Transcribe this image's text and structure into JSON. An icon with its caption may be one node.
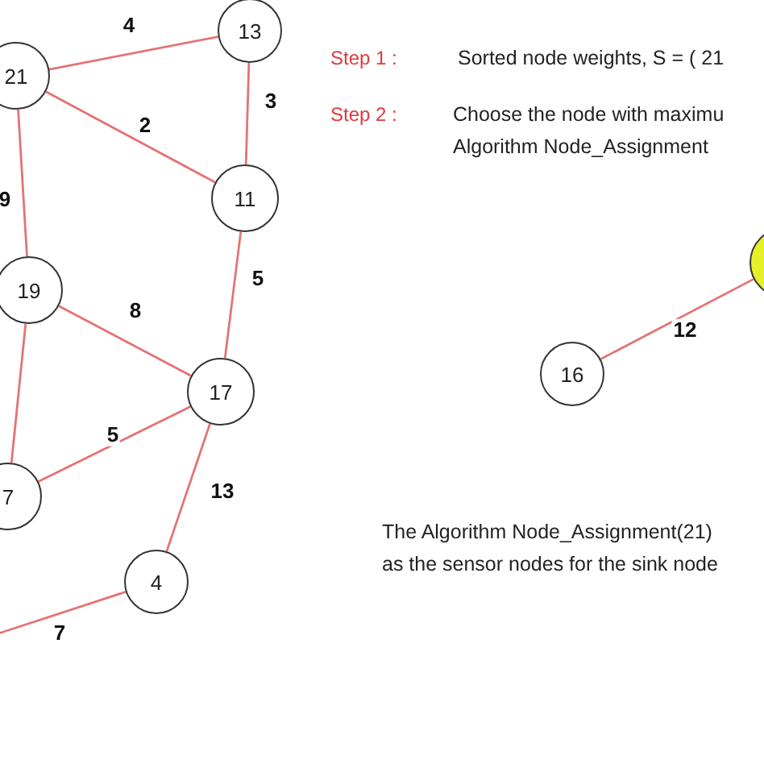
{
  "diagram": {
    "nodes": [
      {
        "text": [
          "13"
        ]
      },
      {
        "text": [
          "21"
        ]
      },
      {
        "text": [
          "11"
        ]
      },
      {
        "text": [
          "19"
        ]
      },
      {
        "text": [
          "17"
        ]
      },
      {
        "text": [
          "7"
        ]
      },
      {
        "text": [
          "4"
        ]
      },
      {
        "text": [
          "16"
        ]
      },
      {
        "text": [],
        "shape": "circle"
      }
    ],
    "edges": [
      {
        "from": 1,
        "to": 0,
        "arrow": "none",
        "label": "4"
      },
      {
        "from": 0,
        "to": 2,
        "arrow": "none",
        "label": "3"
      },
      {
        "from": 1,
        "to": 2,
        "arrow": "none",
        "label": "2"
      },
      {
        "from": 1,
        "to": 3,
        "arrow": "none",
        "label": "9"
      },
      {
        "from": 2,
        "to": 4,
        "arrow": "none",
        "label": "5"
      },
      {
        "from": 3,
        "to": 4,
        "arrow": "none",
        "label": "8"
      },
      {
        "from": 3,
        "to": 5,
        "arrow": "none"
      },
      {
        "from": 4,
        "to": 5,
        "arrow": "none",
        "label": "5"
      },
      {
        "from": 4,
        "to": 6,
        "arrow": "none",
        "label": "13"
      },
      {
        "from": null,
        "to": 6,
        "arrow": "none",
        "label": "7"
      },
      {
        "from": 7,
        "to": 8,
        "arrow": "none",
        "label": "12"
      }
    ],
    "labels": [
      "Step 1 :",
      "Sorted node weights, S = ( 21",
      "Step 2 :",
      "Choose the node with maximu",
      "Algorithm Node_Assignment",
      "The Algorithm Node_Assignment(21)",
      "as the sensor nodes for the sink node"
    ]
  }
}
